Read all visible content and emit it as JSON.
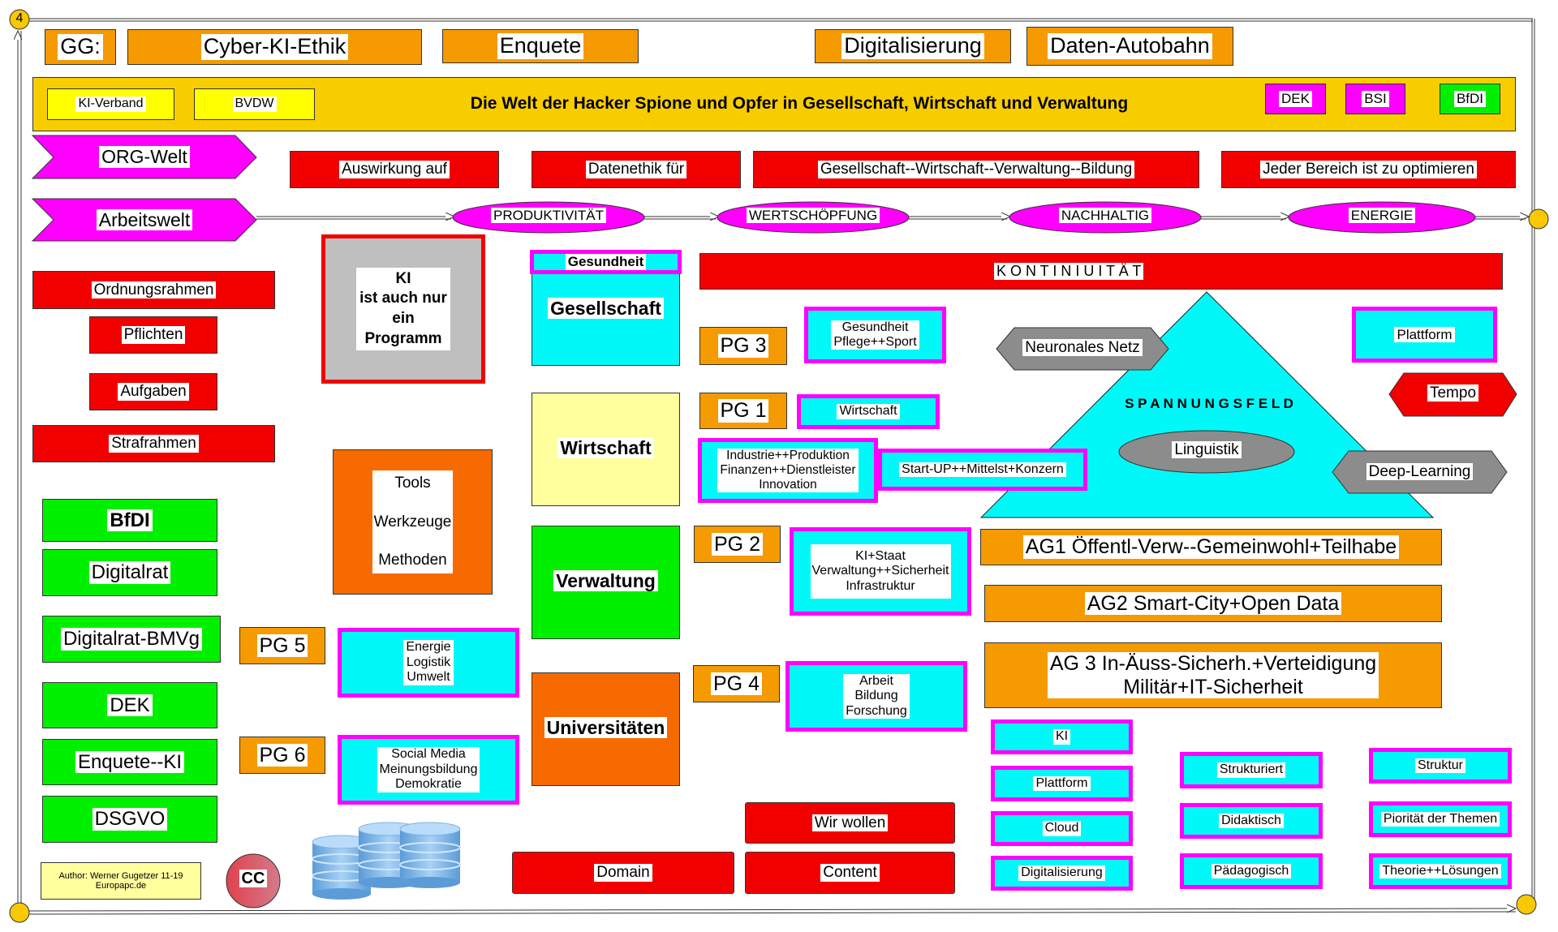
{
  "frame": {
    "corner_marker": "4"
  },
  "top_row": {
    "gg_label": "GG:",
    "items": [
      "Cyber-KI-Ethik",
      "Enquete",
      "Digitalisierung",
      "Daten-Autobahn"
    ]
  },
  "banner": {
    "title": "Die Welt der Hacker Spione und Opfer in Gesellschaft, Wirtschaft und Verwaltung",
    "left_tags": [
      "KI-Verband",
      "BVDW"
    ],
    "right_tags": [
      "DEK",
      "BSI",
      "BfDI"
    ]
  },
  "worlds": {
    "org": "ORG-Welt",
    "arbeit": "Arbeitswelt"
  },
  "red_row": [
    "Auswirkung auf",
    "Datenethik für",
    "Gesellschaft--Wirtschaft--Verwaltung--Bildung",
    "Jeder Bereich ist zu optimieren"
  ],
  "flow": [
    "PRODUKTIVITÄT",
    "WERTSCHÖPFUNG",
    "NACHHALTIG",
    "ENERGIE"
  ],
  "left_rules": [
    "Ordnungsrahmen",
    "Pflichten",
    "Aufgaben",
    "Strafrahmen"
  ],
  "left_orgs": [
    "BfDI",
    "Digitalrat",
    "Digitalrat-BMVg",
    "DEK",
    "Enquete--KI",
    "DSGVO"
  ],
  "ki_box": "KI\nist auch nur\nein\nProgramm",
  "tools_box": "Tools\n\nWerkzeuge\n\nMethoden",
  "sectors": {
    "gesundheit_tab": "Gesundheit",
    "gesellschaft": "Gesellschaft",
    "wirtschaft": "Wirtschaft",
    "verwaltung": "Verwaltung",
    "universitaeten": "Universitäten"
  },
  "kontinuitaet": "K O N T I N I U I T Ä T",
  "project_groups": [
    {
      "id": "PG 3",
      "topic": "Gesundheit\nPflege++Sport"
    },
    {
      "id": "PG 1",
      "topic": "Wirtschaft"
    },
    {
      "id": "PG 2",
      "topic": "KI+Staat\nVerwaltung++Sicherheit\nInfrastruktur"
    },
    {
      "id": "PG 4",
      "topic": "Arbeit\nBildung\nForschung"
    },
    {
      "id": "PG 5",
      "topic": "Energie\nLogistik\nUmwelt"
    },
    {
      "id": "PG 6",
      "topic": "Social Media\nMeinungsbildung\nDemokratie"
    }
  ],
  "pg1_extra": {
    "industrie": "Industrie++Produktion\nFinanzen++Dienstleister\nInnovation",
    "startup": "Start-UP++Mittelst+Konzern"
  },
  "triangle": {
    "title": "S P A N N U N G S F E L D",
    "center": "Linguistik",
    "neuronales": "Neuronales Netz",
    "deep_learning": "Deep-Learning",
    "plattform": "Plattform",
    "tempo": "Tempo"
  },
  "ags": [
    "AG1 Öffentl-Verw--Gemeinwohl+Teilhabe",
    "AG2  Smart-City+Open Data",
    "AG 3 In-Äuss-Sicherh.+Verteidigung\nMilitär+IT-Sicherheit"
  ],
  "tech_col": [
    "KI",
    "Plattform",
    "Cloud",
    "Digitalisierung"
  ],
  "method_col": [
    "Strukturiert",
    "Didaktisch",
    "Pädagogisch"
  ],
  "theme_col": [
    "Struktur",
    "Piorität der Themen",
    "Theorie++Lösungen"
  ],
  "bottom": {
    "wir_wollen": "Wir wollen",
    "domain": "Domain",
    "content": "Content"
  },
  "author": {
    "line1": "Author: Werner Gugetzer  11-19",
    "line2": "Europapc.de"
  },
  "cc_badge": "CC",
  "icons": {
    "database": "database-icon",
    "cc": "creative-commons-icon"
  }
}
